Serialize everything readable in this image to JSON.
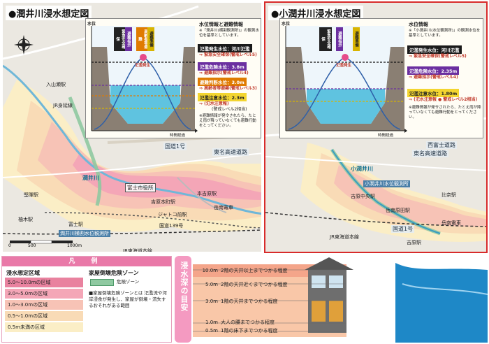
{
  "left_panel": {
    "title": "●潤井川浸水想定図",
    "inset": {
      "chart_header": "水位情報と避難情報",
      "basis_note": "※「潤井川(横割観測所)」の観測水位を基準としています。",
      "axis_y": "水位",
      "axis_x": "時間経過",
      "columns": [
        "緊急安全確保",
        "避難指示",
        "高齢者等避難",
        "避難準備"
      ],
      "overflow_label": "氾濫発生",
      "levels": [
        {
          "tag": "氾濫発生水位：河川氾濫",
          "action": "⇒ 緊急安全確保(警戒レベル5)",
          "color": "#1a1a1a"
        },
        {
          "tag": "氾濫危険水位：3.8m",
          "action": "⇒ 避難指示(警戒レベル4)",
          "color": "#6b2fa0"
        },
        {
          "tag": "避難判断水位：3.0m",
          "action": "⇒ 高齢者等避難(警戒レベル3)",
          "color": "#e07b00"
        },
        {
          "tag": "氾濫注意水位：2.3m",
          "action": "⇒ (氾水注意報)",
          "color": "#d8b400"
        }
      ],
      "level2_note": "(警戒レベル2相当)",
      "footnote": "※避難情報が発令されたら、たとえ雨が降っていなくても避難行動をとってください。"
    },
    "labels": {
      "iriyama": "入山瀬駅",
      "jr_minobu": "JR身延線",
      "fuji_city_hall": "富士市役所",
      "yoshiwara_honmachi": "吉原本町駅",
      "jatco": "ジャトコ前駅",
      "motoyoshiwara": "本吉原駅",
      "gakunan_line": "岳南電車",
      "kemutsu": "堅暉駅",
      "kashiwagi": "柚木駅",
      "fuji_station": "富士駅",
      "observation": "潤井川横割水位観測所",
      "route139": "国道139号",
      "jr_tokaido": "JR東海道本線",
      "route1": "国道1号",
      "tomei": "東名高速道路",
      "urui_river": "潤井川"
    },
    "scale_labels": [
      "0",
      "500",
      "1000m"
    ]
  },
  "right_panel": {
    "title": "●小潤井川浸水想定図",
    "inset": {
      "chart_header": "水位情報",
      "basis_note": "※「小潤井川(水位観測所)」の観測水位を基準としています。",
      "axis_y": "水位",
      "axis_x": "時間経過",
      "columns": [
        "緊急安全確保",
        "避難指示",
        "避難準備"
      ],
      "overflow_label": "氾濫発生",
      "levels": [
        {
          "tag": "氾濫発生水位：河川氾濫",
          "action": "⇒ 緊急安全確保(警戒レベル5)",
          "color": "#1a1a1a"
        },
        {
          "tag": "氾濫危険水位：2.35m",
          "action": "⇒ 避難指示(警戒レベル4)",
          "color": "#6b2fa0"
        },
        {
          "tag": "氾濫注意水位：1.80m",
          "action": "⇒ (氾水注意報 ● 警戒レベル2相当)",
          "color": "#d8b400"
        }
      ],
      "footnote": "※避難情報が発令されたら、たとえ雨が降っていなくても避難行動をとってください。"
    },
    "labels": {
      "nishifuji": "西富士道路",
      "tomei": "東名高速道路",
      "urui_river": "小潤井川",
      "obs": "小潤井川水位観測所",
      "kitamatsuno": "吉原中央駅",
      "gakunan": "岳南原田駅",
      "hinode": "比奈駅",
      "route1": "国道1号",
      "jr_tokaido": "JR東海道本線",
      "yoshiwara": "吉原駅",
      "gakunan_line": "岳南電車"
    }
  },
  "legend": {
    "header": "凡 例",
    "zone_title": "浸水想定区域",
    "zones": [
      {
        "label": "5.0〜10.0mの区域",
        "color": "#e9829f"
      },
      {
        "label": "3.0〜5.0mの区域",
        "color": "#f4a6b7"
      },
      {
        "label": "1.0〜3.0mの区域",
        "color": "#f7c3b6"
      },
      {
        "label": "0.5〜1.0mの区域",
        "color": "#f9dbb6"
      },
      {
        "label": "0.5m未満の区域",
        "color": "#fbeec6"
      }
    ],
    "danger_title": "家屋倒壊危険ゾーン",
    "danger_label": "危険ゾーン",
    "danger_color": "#8fc9a1",
    "danger_desc": "■家屋倒壊危険ゾーンとは 氾濫流や河岸浸食が発生し、家屋が倒壊・流失するおそれがある範囲"
  },
  "depth_guide": {
    "tab_label": "浸水深の目安",
    "rows": [
      {
        "depth": "10.0m",
        "desc": "2階の天井以上までつかる程度"
      },
      {
        "depth": "5.0m",
        "desc": "2階の天井近くまでつかる程度"
      },
      {
        "depth": "3.0m",
        "desc": "1階の天井までつかる程度"
      },
      {
        "depth": "1.0m",
        "desc": "大人の腰までつかる程度"
      },
      {
        "depth": "0.5m",
        "desc": "1階の床下までつかる程度"
      }
    ]
  }
}
